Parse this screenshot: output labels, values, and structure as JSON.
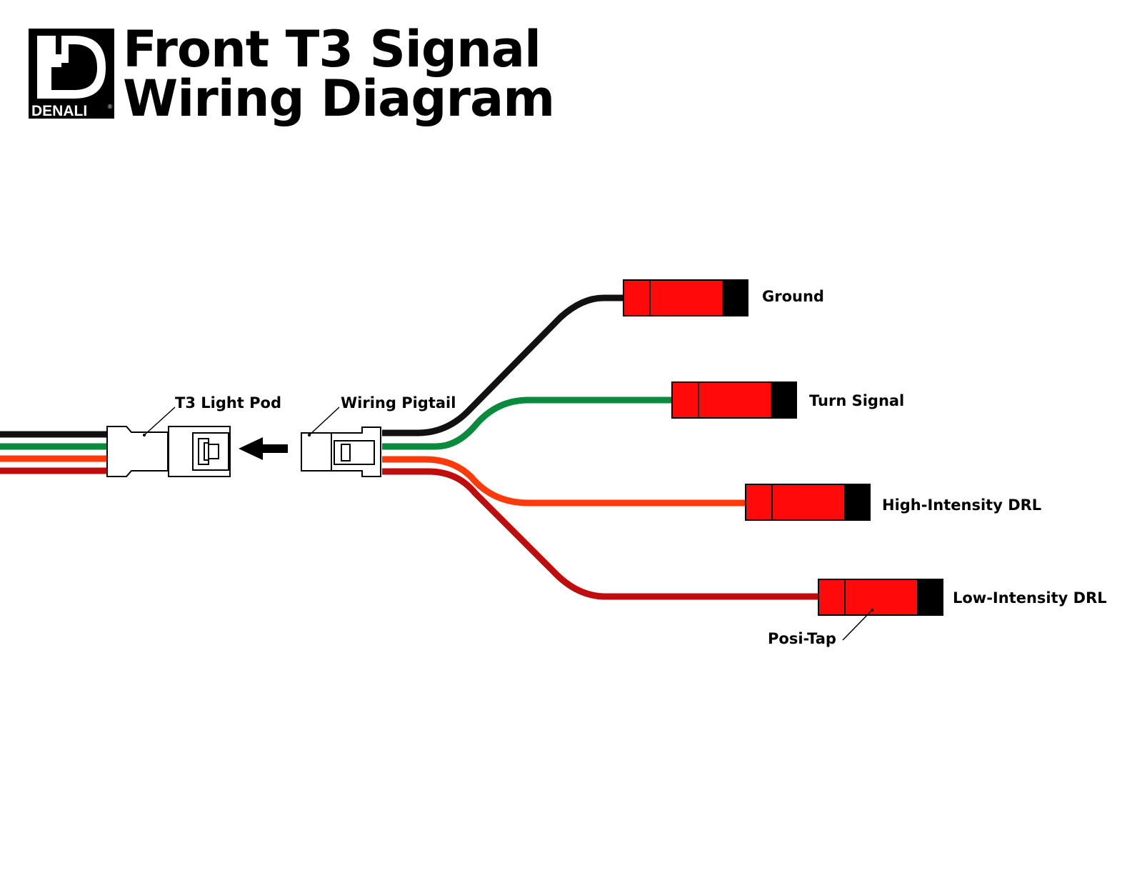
{
  "header": {
    "brand": "DENALI",
    "brand_mark": "®",
    "title_line1": "Front T3 Signal",
    "title_line2": "Wiring Diagram"
  },
  "labels": {
    "light_pod": "T3 Light Pod",
    "pigtail": "Wiring Pigtail",
    "ground": "Ground",
    "turn_signal": "Turn Signal",
    "high_drl": "High-Intensity DRL",
    "low_drl": "Low-Intensity DRL",
    "posi_tap": "Posi-Tap"
  },
  "colors": {
    "ground_wire": "#111111",
    "turn_wire": "#0a8a3c",
    "high_drl_wire": "#ff3a0a",
    "low_drl_wire": "#c00c0c",
    "posi_tap_body": "#ff0a0a",
    "posi_tap_cap": "#000000"
  },
  "icons": {
    "logo": "denali-logo-icon",
    "arrow": "left-arrow-icon"
  }
}
